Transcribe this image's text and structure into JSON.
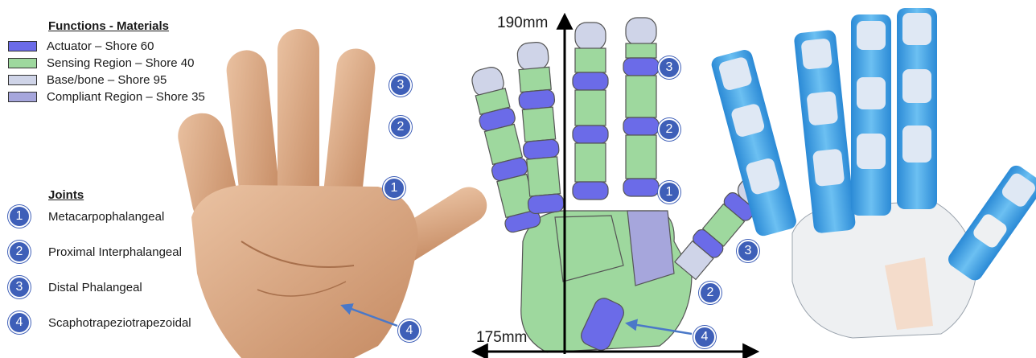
{
  "legend": {
    "title": "Functions - Materials",
    "items": [
      {
        "label": "Actuator – Shore 60",
        "color": "#6b6be8"
      },
      {
        "label": "Sensing Region – Shore 40",
        "color": "#9ed89e"
      },
      {
        "label": "Base/bone – Shore 95",
        "color": "#cfd4e8"
      },
      {
        "label": "Compliant Region – Shore 35",
        "color": "#a6a6dc"
      }
    ]
  },
  "joints": {
    "title": "Joints",
    "items": [
      {
        "number": "1",
        "label": "Metacarpophalangeal"
      },
      {
        "number": "2",
        "label": "Proximal Interphalangeal"
      },
      {
        "number": "3",
        "label": "Distal Phalangeal"
      },
      {
        "number": "4",
        "label": "Scaphotrapeziotrapezoidal"
      }
    ]
  },
  "hand_badges": {
    "left_3": "3",
    "left_2": "2",
    "left_1": "1",
    "left_4": "4",
    "right_3": "3",
    "right_2": "2",
    "right_1": "1",
    "thumb_3": "3",
    "thumb_2": "2",
    "thumb_4": "4"
  },
  "dimensions": {
    "height": "190mm",
    "width": "175mm"
  },
  "colors": {
    "badge": "#3e5fb8",
    "skin": "#d9a47e",
    "actuator": "#6b6be8",
    "sensing": "#9ed89e",
    "bone": "#cfd4e8",
    "compliant": "#a6a6dc",
    "printed_blue": "#3a9be0",
    "printed_white": "#eef0f2"
  }
}
